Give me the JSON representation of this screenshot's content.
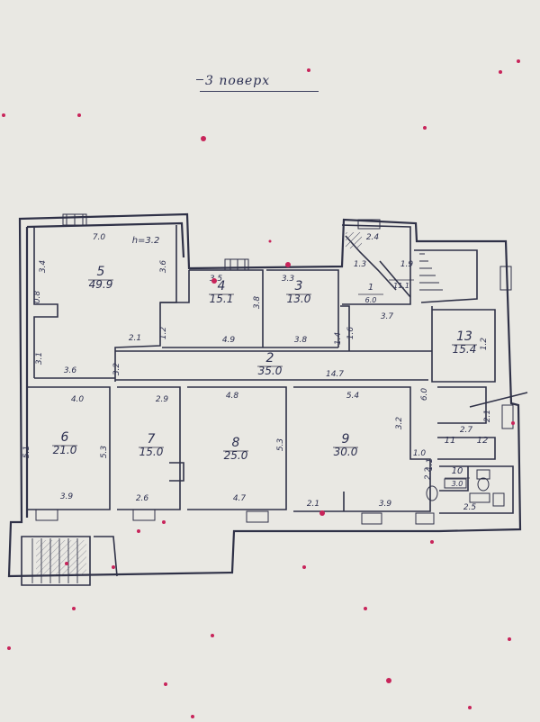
{
  "title": "3 поверх",
  "colors": {
    "paper": "#e9e8e3",
    "ink": "#2f3147",
    "dots": "#c8245a"
  },
  "rooms": [
    {
      "id": "5",
      "area": "49.9",
      "height_note": "h=3.2"
    },
    {
      "id": "4",
      "area": "15.1"
    },
    {
      "id": "3",
      "area": "13.0"
    },
    {
      "id": "1",
      "area": "6.0"
    },
    {
      "id": "",
      "area": "11.1"
    },
    {
      "id": "13",
      "area": "15.4"
    },
    {
      "id": "2",
      "area": "35.0"
    },
    {
      "id": "6",
      "area": "21.0"
    },
    {
      "id": "7",
      "area": "15.0"
    },
    {
      "id": "8",
      "area": "25.0"
    },
    {
      "id": "9",
      "area": "30.0"
    },
    {
      "id": "11",
      "area": ""
    },
    {
      "id": "12",
      "area": ""
    },
    {
      "id": "10",
      "area": "3.0"
    }
  ],
  "dimensions": [
    "7.0",
    "3.4",
    "3.6",
    "0.8",
    "3.1",
    "3.6",
    "2.1",
    "1.2",
    "3.5",
    "3.8",
    "3.3",
    "4.9",
    "3.8",
    "1.4",
    "1.6",
    "2.4",
    "1.3",
    "1.9",
    "3.7",
    "14.7",
    "4.0",
    "2.9",
    "4.8",
    "5.4",
    "3.2",
    "6.0",
    "1.2",
    "2.1",
    "2.7",
    "5.1",
    "5.3",
    "5.3",
    "3.9",
    "2.6",
    "4.7",
    "2.1",
    "3.9",
    "1.0",
    "2.2",
    "2.5",
    "1.1",
    "3.2"
  ]
}
